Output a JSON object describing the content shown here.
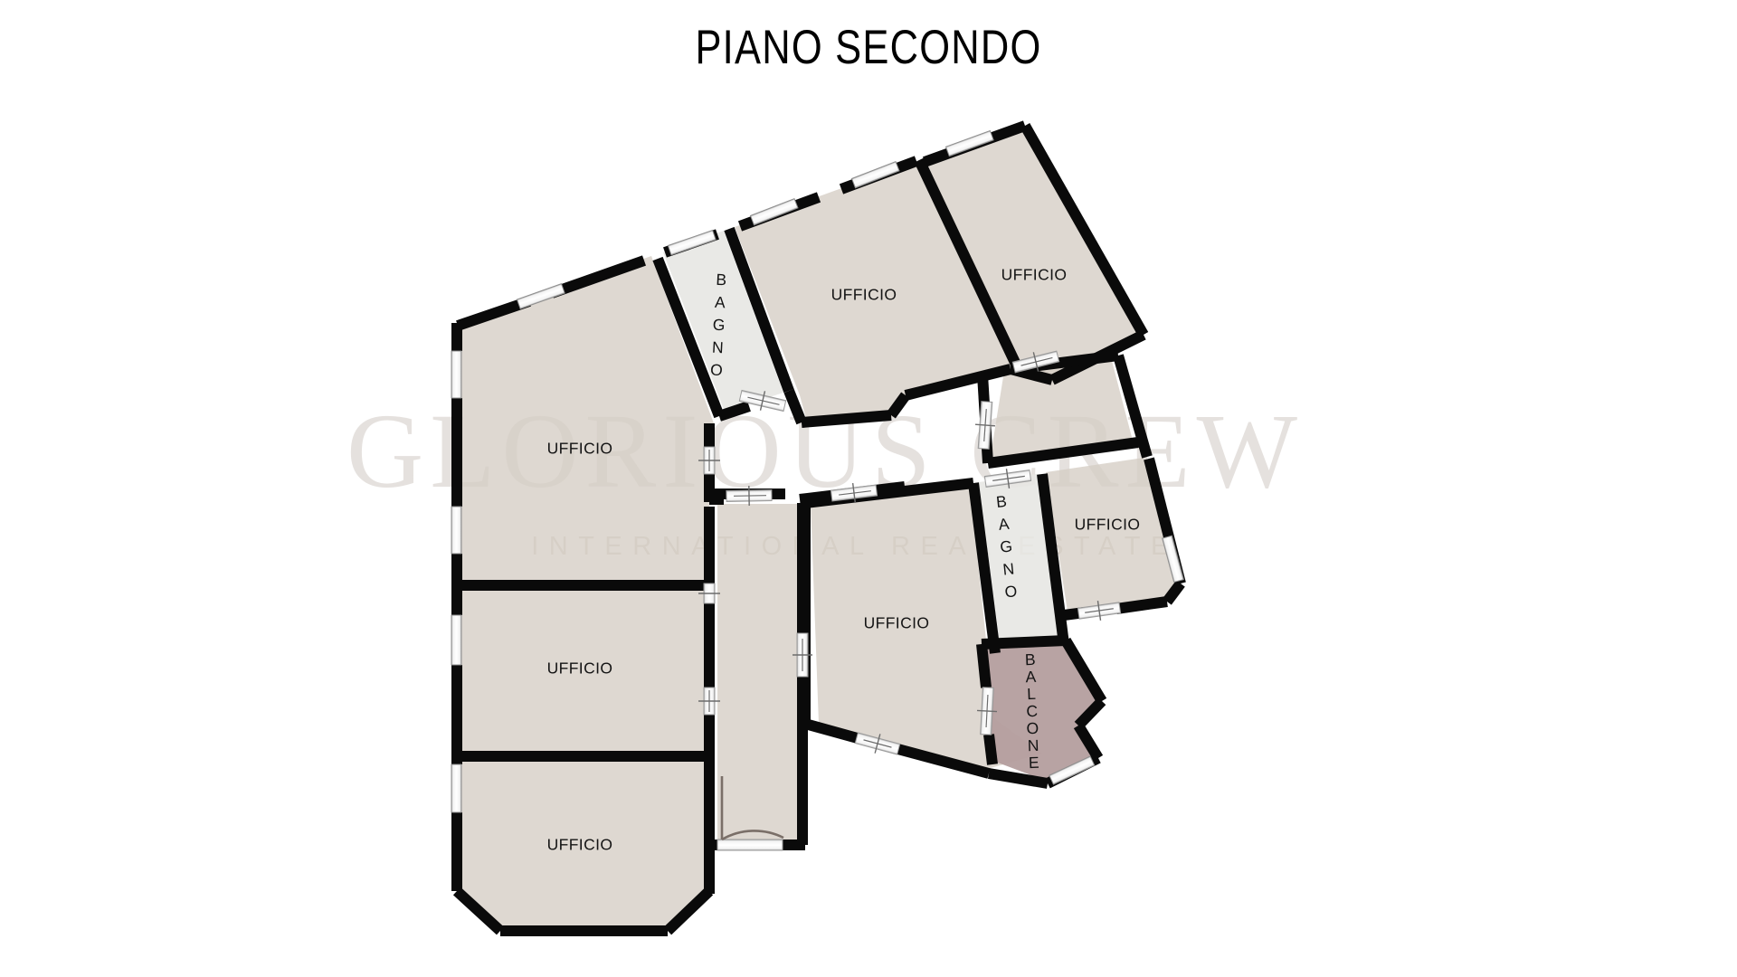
{
  "page": {
    "title": "PIANO SECONDO",
    "background_color": "#ffffff"
  },
  "watermark": {
    "line1": "GLORIOUS CREW",
    "line2": "INTERNATIONAL REAL ESTATE",
    "color": "#cfc8c2"
  },
  "legend": {
    "colors": {
      "room_fill": "#d5cdc4",
      "bathroom_fill": "#e7e7e3",
      "balcony_fill": "#b49e9e",
      "wall": "#0a0a0a",
      "window": "#dedede"
    }
  },
  "rooms": [
    {
      "id": "ufficio-nord-est",
      "label": "UFFICIO",
      "type": "office",
      "orientation": "horizontal"
    },
    {
      "id": "ufficio-nord-centro",
      "label": "UFFICIO",
      "type": "office",
      "orientation": "horizontal"
    },
    {
      "id": "bagno-nord",
      "label": "BAGNO",
      "type": "bathroom",
      "orientation": "vertical"
    },
    {
      "id": "ufficio-ovest-alto",
      "label": "UFFICIO",
      "type": "office",
      "orientation": "horizontal"
    },
    {
      "id": "ufficio-ovest-medio",
      "label": "UFFICIO",
      "type": "office",
      "orientation": "horizontal"
    },
    {
      "id": "ufficio-ovest-basso",
      "label": "UFFICIO",
      "type": "office",
      "orientation": "horizontal"
    },
    {
      "id": "ufficio-est-centro",
      "label": "UFFICIO",
      "type": "office",
      "orientation": "horizontal"
    },
    {
      "id": "bagno-est",
      "label": "BAGNO",
      "type": "bathroom",
      "orientation": "vertical"
    },
    {
      "id": "ufficio-est-piccolo",
      "label": "UFFICIO",
      "type": "office",
      "orientation": "horizontal"
    },
    {
      "id": "balcone",
      "label": "BALCONE",
      "type": "balcony",
      "orientation": "vertical"
    }
  ],
  "vertical_labels": {
    "bagno_nord": [
      "B",
      "A",
      "G",
      "N",
      "O"
    ],
    "bagno_est": [
      "B",
      "A",
      "G",
      "N",
      "O"
    ],
    "balcone": [
      "B",
      "A",
      "L",
      "C",
      "O",
      "N",
      "E"
    ]
  }
}
